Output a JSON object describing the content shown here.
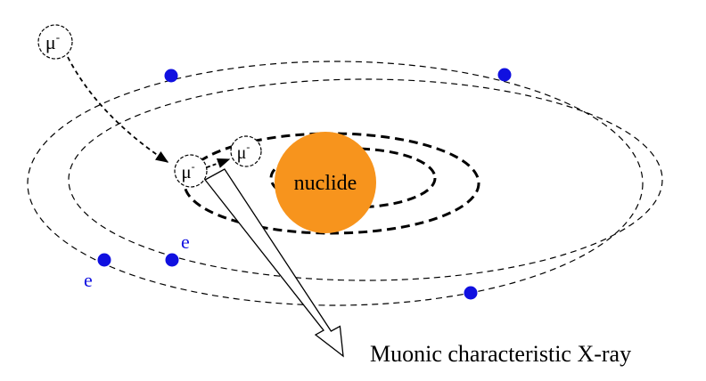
{
  "labels": {
    "muon": "μ",
    "muon_charge": "-",
    "nucleus": "nuclide",
    "electron": "e",
    "xray_caption": "Muonic characteristic X-ray"
  },
  "colors": {
    "nucleus": "#F7941D",
    "electron": "#1010E0",
    "electron_label": "#1010E0",
    "orbit": "#000000",
    "text": "#000000"
  },
  "icons": {
    "muon": "circled-mu",
    "electron": "filled-dot",
    "xray": "hollow-arrow"
  }
}
